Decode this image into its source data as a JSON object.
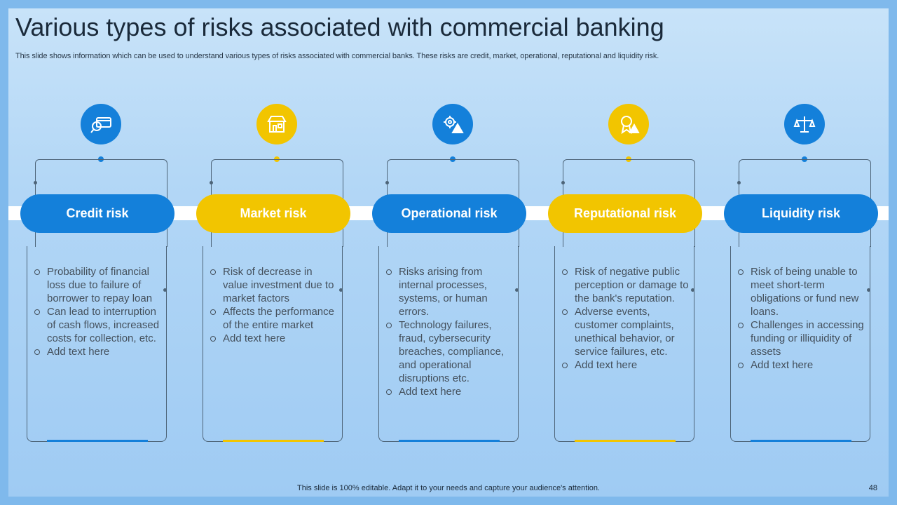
{
  "title": "Various types of risks associated with commercial banking",
  "subtitle": "This slide shows information which can be used to understand various types of risks associated with commercial banks. These risks are credit, market, operational, reputational and liquidity risk.",
  "colors": {
    "blue": "#1480da",
    "yellow": "#f2c500",
    "background": "#b3d7f6"
  },
  "risks": [
    {
      "label": "Credit risk",
      "icon": "credit-card-magnifier-icon",
      "color": "blue",
      "items": [
        "Probability of financial loss due to failure of borrower to repay loan",
        "Can lead to interruption of cash flows, increased costs for collection, etc.",
        "Add text here"
      ]
    },
    {
      "label": "Market risk",
      "icon": "market-store-icon",
      "color": "yellow",
      "items": [
        "Risk of decrease in value investment due to market factors",
        "Affects the performance of the entire market",
        "Add text here"
      ]
    },
    {
      "label": "Operational risk",
      "icon": "gear-warning-icon",
      "color": "blue",
      "items": [
        "Risks arising from internal processes, systems, or human errors.",
        "Technology failures, fraud, cybersecurity breaches, compliance, and operational disruptions etc.",
        "Add text here"
      ]
    },
    {
      "label": "Reputational risk",
      "icon": "badge-warning-icon",
      "color": "yellow",
      "items": [
        "Risk of negative public perception or damage to the bank's reputation.",
        "Adverse events, customer complaints, unethical behavior, or service failures, etc.",
        "Add text here"
      ]
    },
    {
      "label": "Liquidity risk",
      "icon": "scale-balance-icon",
      "color": "blue",
      "items": [
        "Risk of being unable to meet short-term obligations or fund new loans.",
        "Challenges in accessing funding or illiquidity of assets",
        "Add text here"
      ]
    }
  ],
  "footer": "This slide is 100% editable. Adapt it to your needs and capture your audience's attention.",
  "page_number": "48"
}
